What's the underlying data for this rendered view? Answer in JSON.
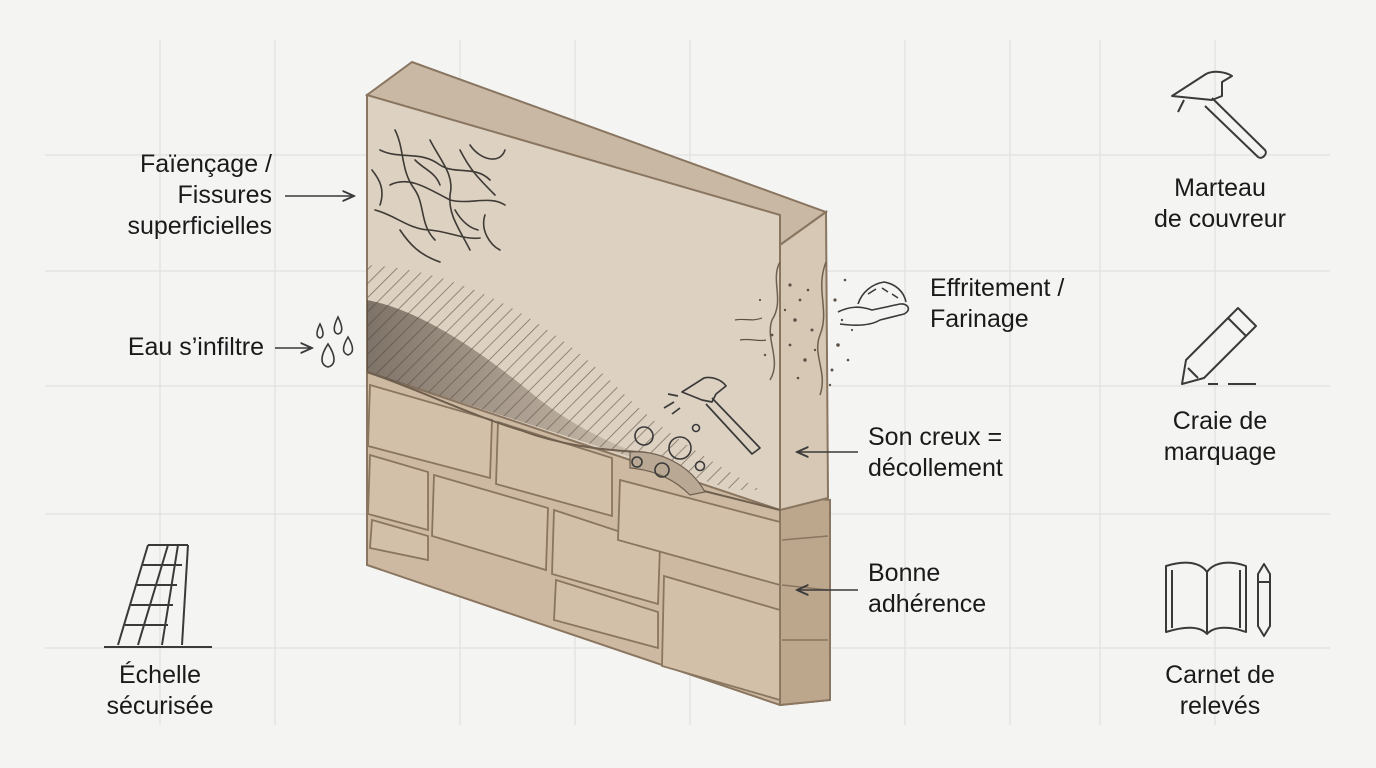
{
  "defects": {
    "crazing": "Faïençage /\nFissures\nsuperficielles",
    "water": "Eau s’infiltre",
    "crumbling": "Effritement /\nFarinage",
    "hollow": "Son creux =\ndécollement",
    "good": "Bonne\nadhérence"
  },
  "tools": {
    "hammer": "Marteau\nde couvreur",
    "chalk": "Craie de\nmarquage",
    "ladder": "Échelle\nsécurisée",
    "notebook": "Carnet de\nrelevés"
  },
  "colors": {
    "background": "#f4f4f3",
    "grid": "#e1e1df",
    "render_face": "#ddd1c1",
    "render_top": "#c9b9a4",
    "stone": "#cdb9a1",
    "stone_line": "#8a7660",
    "ink": "#3a3a3a"
  },
  "icons": [
    "hammer-icon",
    "pencil-chalk-icon",
    "ladder-icon",
    "notebook-pen-icon",
    "water-drops-icon",
    "powder-hand-icon",
    "sound-hammer-icon"
  ]
}
